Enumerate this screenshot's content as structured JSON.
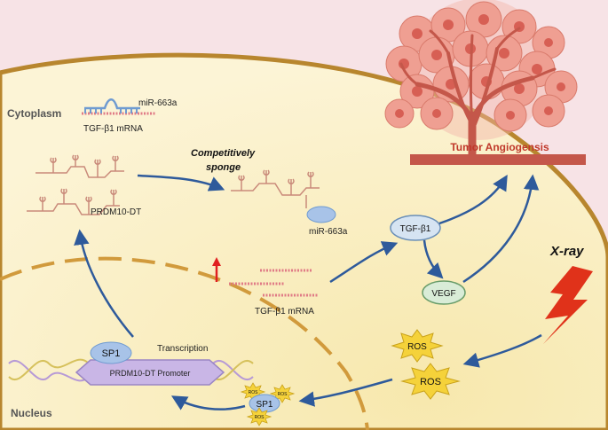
{
  "labels": {
    "cytoplasm": "Cytoplasm",
    "nucleus": "Nucleus",
    "mir_top": "miR-663a",
    "tgf_mrna_top": "TGF-β1 mRNA",
    "competitively": "Competitively",
    "sponge": "sponge",
    "prdm10_dt": "PRDM10-DT",
    "mir_bound": "miR-663a",
    "tgf_mrna_mid": "TGF-β1 mRNA",
    "tgf_b1": "TGF-β1",
    "vegf": "VEGF",
    "tumor_angiogenesis": "Tumor Angiogensis",
    "xray": "X-ray",
    "ros_1": "ROS",
    "ros_2": "ROS",
    "ros_small_1": "ROS",
    "ros_small_2": "ROS",
    "ros_small_3": "ROS",
    "sp1_top": "SP1",
    "sp1_bottom": "SP1",
    "transcription": "Transcription",
    "promoter": "PRDM10-DT Promoter"
  },
  "colors": {
    "cell_fill": "#fbf2d0",
    "cell_border": "#b8862e",
    "arrow": "#2e5a9b",
    "tumor": "#e58a7c",
    "vessel": "#c4574a",
    "up_arrow": "#e02020",
    "rna": "#e07b86",
    "xray": "#e0321a",
    "ros": "#f5d23a"
  }
}
